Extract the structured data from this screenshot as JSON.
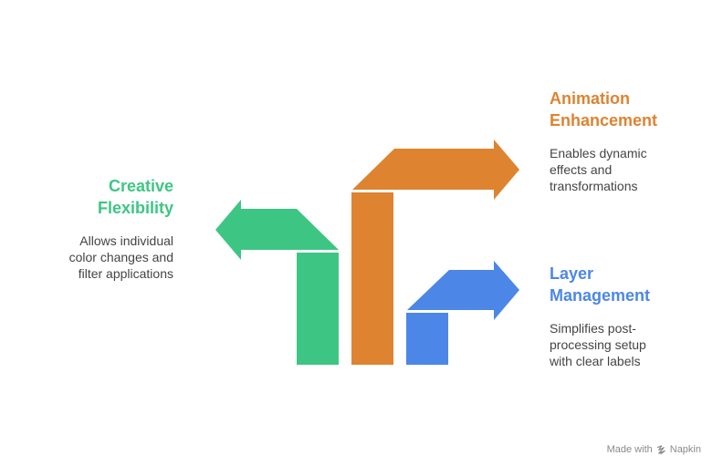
{
  "colors": {
    "green": "#3DC683",
    "orange": "#DE8330",
    "blue": "#4C87E7",
    "text_gray": "#444444",
    "footer_gray": "#8a8a8a"
  },
  "items": [
    {
      "title_lines": [
        "Creative",
        "Flexibility"
      ],
      "desc_lines": [
        "Allows individual",
        "color changes and",
        "filter applications"
      ],
      "color": "#3DC683",
      "direction": "left"
    },
    {
      "title_lines": [
        "Animation",
        "Enhancement"
      ],
      "desc_lines": [
        "Enables dynamic",
        "effects and",
        "transformations"
      ],
      "color": "#DE8330",
      "direction": "right"
    },
    {
      "title_lines": [
        "Layer",
        "Management"
      ],
      "desc_lines": [
        "Simplifies post-",
        "processing setup",
        "with clear labels"
      ],
      "color": "#4C87E7",
      "direction": "right"
    }
  ],
  "footer": {
    "text": "Made with",
    "brand": "Napkin",
    "icon": "napkin-logo-icon"
  }
}
